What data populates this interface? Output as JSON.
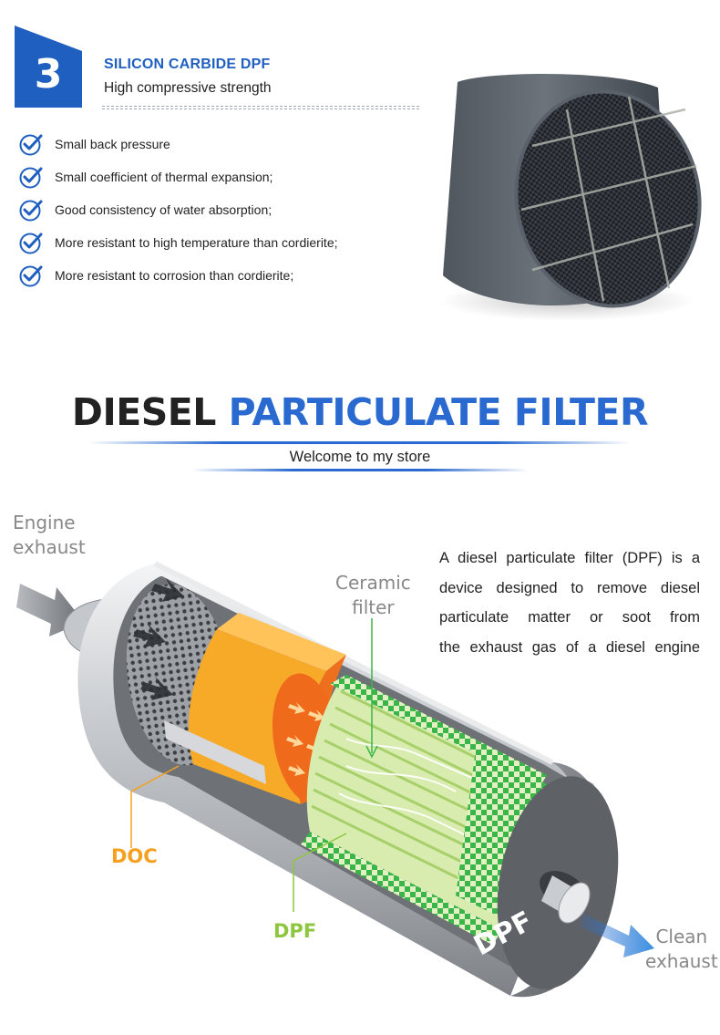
{
  "badge": {
    "number": "3"
  },
  "section": {
    "title": "SILICON CARBIDE DPF",
    "subtitle": "High compressive strength"
  },
  "features": [
    "Small back pressure",
    "Small coefficient of thermal expansion;",
    "Good consistency of water absorption;",
    "More resistant to high temperature than cordierite;",
    "More resistant to corrosion than cordierite;"
  ],
  "headline": {
    "part1": "DIESEL",
    "part2": "PARTICULATE FILTER"
  },
  "welcome": "Welcome to my store",
  "diagram": {
    "engine_exhaust": [
      "Engine",
      "exhaust"
    ],
    "ceramic_filter": [
      "Ceramic",
      "filter"
    ],
    "clean_exhaust": [
      "Clean",
      "exhaust"
    ],
    "doc": "DOC",
    "dpf": "DPF",
    "shell_label": "DPF",
    "description_lines": [
      "A diesel particulate filter (DPF) is a",
      "device designed to remove diesel",
      "particulate matter or soot from",
      "the exhaust gas of a diesel engine"
    ]
  },
  "colors": {
    "brand_blue": "#1f5fbf",
    "headline_blue": "#2a6ad0",
    "doc_orange": "#f5a020",
    "dpf_green": "#8ec63f"
  },
  "icons": [
    "check-circle-icon"
  ]
}
